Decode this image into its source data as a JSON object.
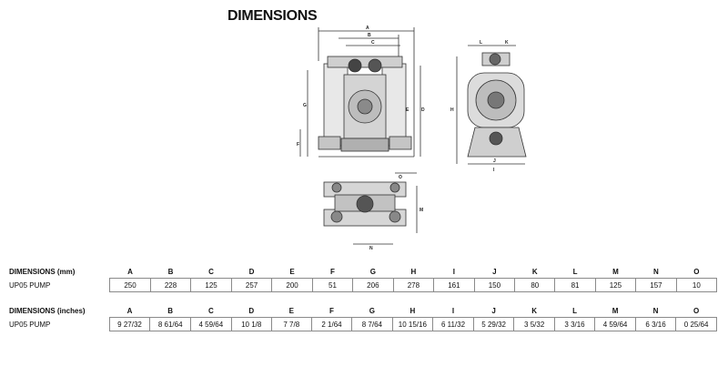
{
  "title": "DIMENSIONS",
  "drawing_labels": {
    "front": [
      "A",
      "B",
      "C",
      "D",
      "E",
      "F",
      "G"
    ],
    "side": [
      "L",
      "K",
      "H",
      "J",
      "I"
    ],
    "top": [
      "O",
      "M",
      "N"
    ]
  },
  "table_mm": {
    "heading": "DIMENSIONS (mm)",
    "columns": [
      "A",
      "B",
      "C",
      "D",
      "E",
      "F",
      "G",
      "H",
      "I",
      "J",
      "K",
      "L",
      "M",
      "N",
      "O"
    ],
    "row_label": "UP05 PUMP",
    "values": [
      "250",
      "228",
      "125",
      "257",
      "200",
      "51",
      "206",
      "278",
      "161",
      "150",
      "80",
      "81",
      "125",
      "157",
      "10"
    ]
  },
  "table_inches": {
    "heading": "DIMENSIONS (inches)",
    "columns": [
      "A",
      "B",
      "C",
      "D",
      "E",
      "F",
      "G",
      "H",
      "I",
      "J",
      "K",
      "L",
      "M",
      "N",
      "O"
    ],
    "row_label": "UP05 PUMP",
    "values": [
      "9 27/32",
      "8 61/64",
      "4 59/64",
      "10 1/8",
      "7 7/8",
      "2 1/64",
      "8 7/64",
      "10 15/16",
      "6 11/32",
      "5 29/32",
      "3 5/32",
      "3 3/16",
      "4 59/64",
      "6 3/16",
      "0 25/64"
    ]
  }
}
